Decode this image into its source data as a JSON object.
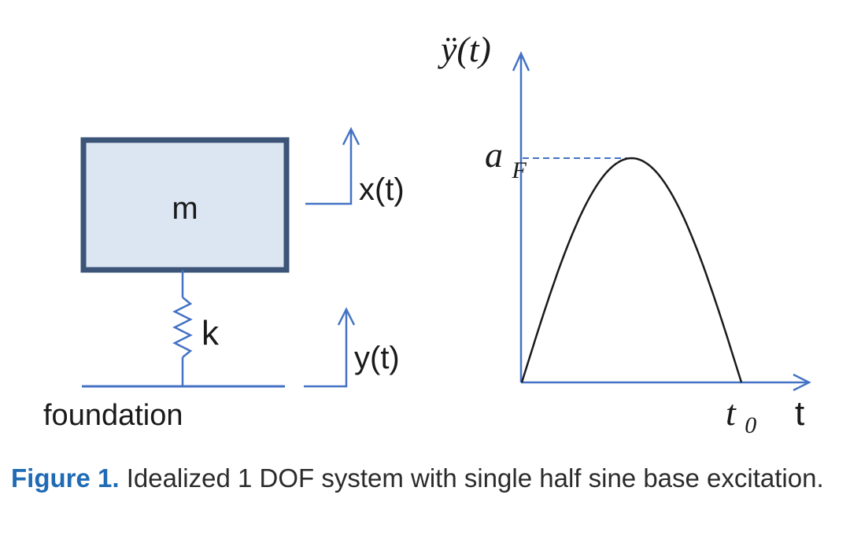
{
  "diagram": {
    "mass_label": "m",
    "spring_label": "k",
    "foundation_label": "foundation",
    "mass_displacement_label": "x(t)",
    "base_displacement_label": "y(t)",
    "plot": {
      "y_axis_label": "ÿ(t)",
      "x_axis_label": "t",
      "peak_label": "a",
      "peak_label_sub": "F",
      "duration_label": "t",
      "duration_label_sub": "0",
      "pulse_shape": "half-sine"
    },
    "colors": {
      "axis_blue": "#4472c4",
      "mass_fill": "#dce6f2",
      "mass_border": "#3b5478",
      "curve": "#1a1a1a"
    }
  },
  "caption": {
    "label": "Figure 1.",
    "text": " Idealized 1 DOF system with single half sine base excitation."
  }
}
